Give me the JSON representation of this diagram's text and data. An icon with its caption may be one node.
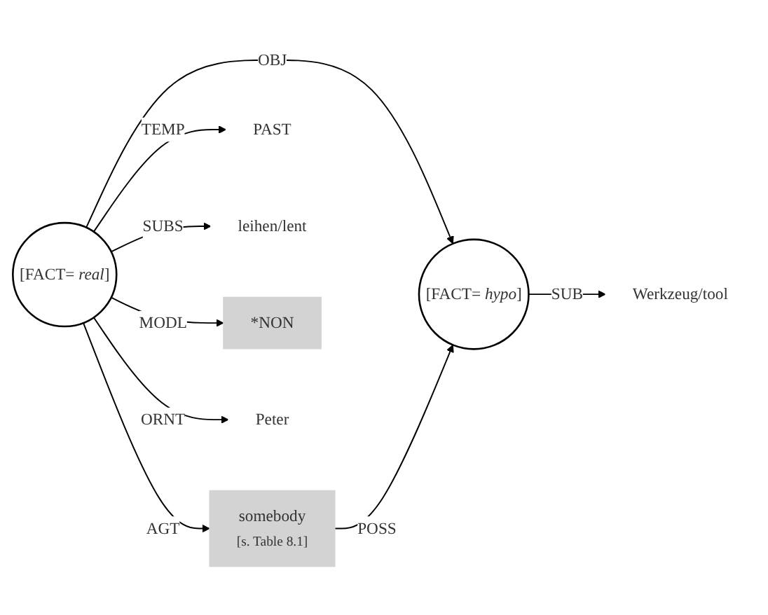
{
  "diagram": {
    "nodes": [
      {
        "text": [
          "somebody",
          "[s. Table 8.1]"
        ]
      },
      {
        "text": [
          "PAST"
        ]
      },
      {
        "text": [
          "[FACT= *real*]"
        ]
      },
      {
        "text": [
          "leihen/lent"
        ]
      },
      {
        "text": [
          "*NON"
        ]
      },
      {
        "text": [
          "Peter"
        ]
      },
      {
        "text": [
          "[FACT= *hypo*]"
        ]
      },
      {
        "text": [
          "Werkzeug/tool"
        ]
      }
    ],
    "edges": [
      {
        "from": 2,
        "to": 1,
        "arrow": "to",
        "label": "TEMP"
      },
      {
        "from": 2,
        "to": 0,
        "arrow": "to",
        "label": "AGT"
      },
      {
        "from": 2,
        "to": 3,
        "arrow": "to",
        "label": "SUBS"
      },
      {
        "from": 2,
        "to": 4,
        "arrow": "to",
        "label": "MODL"
      },
      {
        "from": 2,
        "to": 5,
        "arrow": "to",
        "label": "ORNT"
      },
      {
        "from": 2,
        "to": 6,
        "arrow": "to",
        "label": "OBJ"
      },
      {
        "from": 0,
        "to": 6,
        "arrow": "to",
        "label": "POSS"
      },
      {
        "from": 6,
        "to": 7,
        "arrow": "to",
        "label": "SUB"
      }
    ]
  }
}
